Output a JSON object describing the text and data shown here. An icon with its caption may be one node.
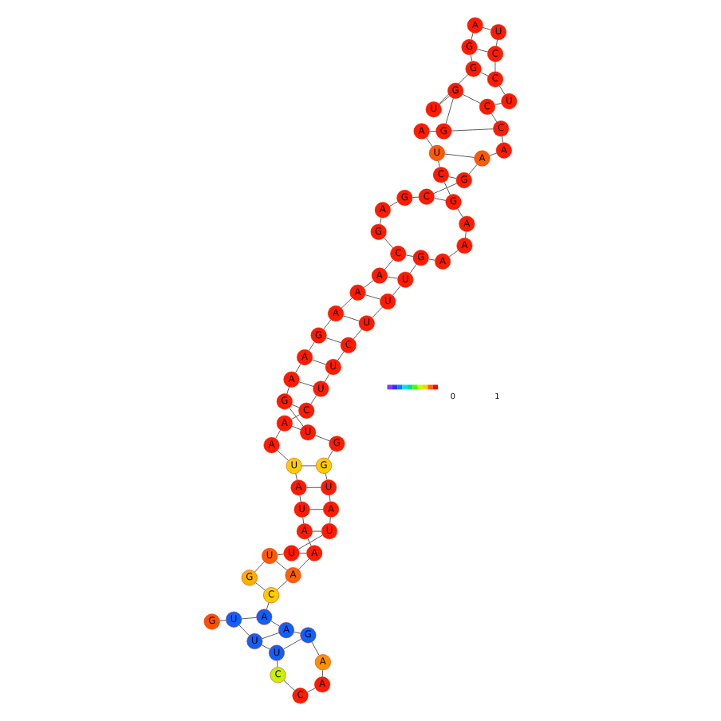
{
  "diagram": {
    "nodes": [
      {
        "text": [
          "G"
        ]
      },
      {
        "text": [
          "U"
        ]
      },
      {
        "text": [
          "U"
        ]
      },
      {
        "text": [
          "U"
        ]
      },
      {
        "text": [
          "C"
        ]
      },
      {
        "text": [
          "C"
        ]
      },
      {
        "text": [
          "A"
        ]
      },
      {
        "text": [
          "A"
        ]
      },
      {
        "text": [
          "G"
        ]
      },
      {
        "text": [
          "A"
        ]
      },
      {
        "text": [
          "A"
        ]
      },
      {
        "text": [
          "C"
        ]
      },
      {
        "text": [
          "A"
        ]
      },
      {
        "text": [
          "A"
        ]
      },
      {
        "text": [
          "A"
        ]
      },
      {
        "text": [
          "U"
        ]
      },
      {
        "text": [
          "A"
        ]
      },
      {
        "text": [
          "U"
        ]
      },
      {
        "text": [
          "A"
        ]
      },
      {
        "text": [
          "A"
        ]
      },
      {
        "text": [
          "C"
        ]
      },
      {
        "text": [
          "U"
        ]
      },
      {
        "text": [
          "U"
        ]
      },
      {
        "text": [
          "C"
        ]
      },
      {
        "text": [
          "U"
        ]
      },
      {
        "text": [
          "U"
        ]
      },
      {
        "text": [
          "U"
        ]
      },
      {
        "text": [
          "G"
        ]
      },
      {
        "text": [
          "A"
        ]
      },
      {
        "text": [
          "A"
        ]
      },
      {
        "text": [
          "A"
        ]
      },
      {
        "text": [
          "G"
        ]
      },
      {
        "text": [
          "C"
        ]
      },
      {
        "text": [
          "U"
        ]
      },
      {
        "text": [
          "A"
        ]
      },
      {
        "text": [
          "G"
        ]
      },
      {
        "text": [
          "G"
        ]
      },
      {
        "text": [
          "U"
        ]
      },
      {
        "text": [
          "G"
        ]
      },
      {
        "text": [
          "G"
        ]
      },
      {
        "text": [
          "A"
        ]
      },
      {
        "text": [
          "U"
        ]
      },
      {
        "text": [
          "C"
        ]
      },
      {
        "text": [
          "C"
        ]
      },
      {
        "text": [
          "U"
        ]
      },
      {
        "text": [
          "C"
        ]
      },
      {
        "text": [
          "C"
        ]
      },
      {
        "text": [
          "A"
        ]
      },
      {
        "text": [
          "A"
        ]
      },
      {
        "text": [
          "G"
        ]
      },
      {
        "text": [
          "C"
        ]
      },
      {
        "text": [
          "G"
        ]
      },
      {
        "text": [
          "A"
        ]
      },
      {
        "text": [
          "G"
        ]
      },
      {
        "text": [
          "C"
        ]
      },
      {
        "text": [
          "A"
        ]
      },
      {
        "text": [
          "A"
        ]
      },
      {
        "text": [
          "A"
        ]
      },
      {
        "text": [
          "G"
        ]
      },
      {
        "text": [
          "A"
        ]
      },
      {
        "text": [
          "A"
        ]
      },
      {
        "text": [
          "G"
        ]
      },
      {
        "text": [
          "U"
        ]
      },
      {
        "text": [
          "G"
        ]
      },
      {
        "text": [
          "G"
        ]
      },
      {
        "text": [
          "U"
        ]
      },
      {
        "text": [
          "A"
        ]
      },
      {
        "text": [
          "U"
        ]
      },
      {
        "text": [
          "U"
        ]
      },
      {
        "text": [
          "U"
        ]
      },
      {
        "text": [
          "G"
        ]
      }
    ],
    "edges": [
      {
        "from": 0,
        "to": 1,
        "arrow": "none"
      },
      {
        "from": 1,
        "to": 2,
        "arrow": "none"
      },
      {
        "from": 2,
        "to": 3,
        "arrow": "none"
      },
      {
        "from": 3,
        "to": 4,
        "arrow": "none"
      },
      {
        "from": 4,
        "to": 5,
        "arrow": "none"
      },
      {
        "from": 5,
        "to": 6,
        "arrow": "none"
      },
      {
        "from": 6,
        "to": 7,
        "arrow": "none"
      },
      {
        "from": 7,
        "to": 8,
        "arrow": "none"
      },
      {
        "from": 8,
        "to": 9,
        "arrow": "none"
      },
      {
        "from": 9,
        "to": 10,
        "arrow": "none"
      },
      {
        "from": 10,
        "to": 11,
        "arrow": "none"
      },
      {
        "from": 11,
        "to": 12,
        "arrow": "none"
      },
      {
        "from": 12,
        "to": 13,
        "arrow": "none"
      },
      {
        "from": 13,
        "to": 14,
        "arrow": "none"
      },
      {
        "from": 14,
        "to": 15,
        "arrow": "none"
      },
      {
        "from": 15,
        "to": 16,
        "arrow": "none"
      },
      {
        "from": 16,
        "to": 17,
        "arrow": "none"
      },
      {
        "from": 17,
        "to": 18,
        "arrow": "none"
      },
      {
        "from": 18,
        "to": 19,
        "arrow": "none"
      },
      {
        "from": 19,
        "to": 20,
        "arrow": "none"
      },
      {
        "from": 20,
        "to": 21,
        "arrow": "none"
      },
      {
        "from": 21,
        "to": 22,
        "arrow": "none"
      },
      {
        "from": 22,
        "to": 23,
        "arrow": "none"
      },
      {
        "from": 23,
        "to": 24,
        "arrow": "none"
      },
      {
        "from": 24,
        "to": 25,
        "arrow": "none"
      },
      {
        "from": 25,
        "to": 26,
        "arrow": "none"
      },
      {
        "from": 26,
        "to": 27,
        "arrow": "none"
      },
      {
        "from": 27,
        "to": 28,
        "arrow": "none"
      },
      {
        "from": 28,
        "to": 29,
        "arrow": "none"
      },
      {
        "from": 29,
        "to": 30,
        "arrow": "none"
      },
      {
        "from": 30,
        "to": 31,
        "arrow": "none"
      },
      {
        "from": 31,
        "to": 32,
        "arrow": "none"
      },
      {
        "from": 32,
        "to": 33,
        "arrow": "none"
      },
      {
        "from": 33,
        "to": 34,
        "arrow": "none"
      },
      {
        "from": 34,
        "to": 35,
        "arrow": "none"
      },
      {
        "from": 35,
        "to": 36,
        "arrow": "none"
      },
      {
        "from": 36,
        "to": 37,
        "arrow": "none"
      },
      {
        "from": 37,
        "to": 38,
        "arrow": "none"
      },
      {
        "from": 38,
        "to": 39,
        "arrow": "none"
      },
      {
        "from": 39,
        "to": 40,
        "arrow": "none"
      },
      {
        "from": 40,
        "to": 41,
        "arrow": "none"
      },
      {
        "from": 41,
        "to": 42,
        "arrow": "none"
      },
      {
        "from": 42,
        "to": 43,
        "arrow": "none"
      },
      {
        "from": 43,
        "to": 44,
        "arrow": "none"
      },
      {
        "from": 44,
        "to": 45,
        "arrow": "none"
      },
      {
        "from": 45,
        "to": 46,
        "arrow": "none"
      },
      {
        "from": 46,
        "to": 47,
        "arrow": "none"
      },
      {
        "from": 47,
        "to": 48,
        "arrow": "none"
      },
      {
        "from": 48,
        "to": 49,
        "arrow": "none"
      },
      {
        "from": 49,
        "to": 50,
        "arrow": "none"
      },
      {
        "from": 50,
        "to": 51,
        "arrow": "none"
      },
      {
        "from": 51,
        "to": 52,
        "arrow": "none"
      },
      {
        "from": 52,
        "to": 53,
        "arrow": "none"
      },
      {
        "from": 53,
        "to": 54,
        "arrow": "none"
      },
      {
        "from": 54,
        "to": 55,
        "arrow": "none"
      },
      {
        "from": 55,
        "to": 56,
        "arrow": "none"
      },
      {
        "from": 56,
        "to": 57,
        "arrow": "none"
      },
      {
        "from": 57,
        "to": 58,
        "arrow": "none"
      },
      {
        "from": 58,
        "to": 59,
        "arrow": "none"
      },
      {
        "from": 59,
        "to": 60,
        "arrow": "none"
      },
      {
        "from": 60,
        "to": 61,
        "arrow": "none"
      },
      {
        "from": 61,
        "to": 62,
        "arrow": "none"
      },
      {
        "from": 62,
        "to": 63,
        "arrow": "none"
      },
      {
        "from": 63,
        "to": 64,
        "arrow": "none"
      },
      {
        "from": 64,
        "to": 65,
        "arrow": "none"
      },
      {
        "from": 65,
        "to": 66,
        "arrow": "none"
      },
      {
        "from": 66,
        "to": 67,
        "arrow": "none"
      },
      {
        "from": 67,
        "to": 68,
        "arrow": "none"
      },
      {
        "from": 68,
        "to": 69,
        "arrow": "none"
      },
      {
        "from": 69,
        "to": 70,
        "arrow": "none"
      },
      {
        "from": 1,
        "to": 10,
        "arrow": "none"
      },
      {
        "from": 2,
        "to": 9,
        "arrow": "none"
      },
      {
        "from": 3,
        "to": 8,
        "arrow": "none"
      },
      {
        "from": 11,
        "to": 70,
        "arrow": "none"
      },
      {
        "from": 12,
        "to": 69,
        "arrow": "none"
      },
      {
        "from": 13,
        "to": 68,
        "arrow": "none"
      },
      {
        "from": 14,
        "to": 67,
        "arrow": "none"
      },
      {
        "from": 15,
        "to": 66,
        "arrow": "none"
      },
      {
        "from": 16,
        "to": 65,
        "arrow": "none"
      },
      {
        "from": 17,
        "to": 64,
        "arrow": "none"
      },
      {
        "from": 19,
        "to": 62,
        "arrow": "none"
      },
      {
        "from": 20,
        "to": 61,
        "arrow": "none"
      },
      {
        "from": 21,
        "to": 60,
        "arrow": "none"
      },
      {
        "from": 22,
        "to": 59,
        "arrow": "none"
      },
      {
        "from": 23,
        "to": 58,
        "arrow": "none"
      },
      {
        "from": 24,
        "to": 57,
        "arrow": "none"
      },
      {
        "from": 25,
        "to": 56,
        "arrow": "none"
      },
      {
        "from": 26,
        "to": 55,
        "arrow": "none"
      },
      {
        "from": 27,
        "to": 54,
        "arrow": "none"
      },
      {
        "from": 31,
        "to": 50,
        "arrow": "none"
      },
      {
        "from": 32,
        "to": 49,
        "arrow": "none"
      },
      {
        "from": 33,
        "to": 48,
        "arrow": "none"
      },
      {
        "from": 35,
        "to": 46,
        "arrow": "none"
      },
      {
        "from": 36,
        "to": 45,
        "arrow": "none"
      },
      {
        "from": 38,
        "to": 43,
        "arrow": "none"
      },
      {
        "from": 39,
        "to": 42,
        "arrow": "none"
      }
    ],
    "labels": [
      "0",
      "1"
    ]
  }
}
